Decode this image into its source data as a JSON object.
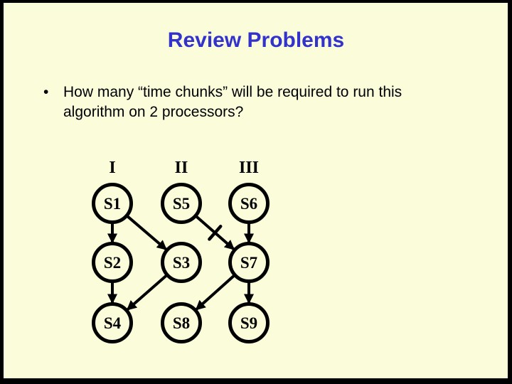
{
  "title": "Review Problems",
  "bullet": {
    "marker": "•",
    "lines": [
      "How many “time chunks” will be required to run this",
      "algorithm on 2 processors?"
    ]
  },
  "colors": {
    "slide_background": "#FAFCDA",
    "border": "#000000",
    "title_text": "#3333CC",
    "diagram_ink": "#000000"
  },
  "diagram": {
    "headers": [
      {
        "label": "I",
        "col": 1
      },
      {
        "label": "II",
        "col": 2
      },
      {
        "label": "III",
        "col": 3
      }
    ],
    "nodes": [
      {
        "id": "S1",
        "label": "S1",
        "col": 1,
        "row": 1
      },
      {
        "id": "S5",
        "label": "S5",
        "col": 2,
        "row": 1
      },
      {
        "id": "S6",
        "label": "S6",
        "col": 3,
        "row": 1
      },
      {
        "id": "S2",
        "label": "S2",
        "col": 1,
        "row": 2
      },
      {
        "id": "S3",
        "label": "S3",
        "col": 2,
        "row": 2
      },
      {
        "id": "S7",
        "label": "S7",
        "col": 3,
        "row": 2
      },
      {
        "id": "S4",
        "label": "S4",
        "col": 1,
        "row": 3
      },
      {
        "id": "S8",
        "label": "S8",
        "col": 2,
        "row": 3
      },
      {
        "id": "S9",
        "label": "S9",
        "col": 3,
        "row": 3
      }
    ],
    "edges": [
      {
        "from": "S1",
        "to": "S2",
        "crossed": false
      },
      {
        "from": "S1",
        "to": "S3",
        "crossed": false
      },
      {
        "from": "S5",
        "to": "S7",
        "crossed": true
      },
      {
        "from": "S6",
        "to": "S7",
        "crossed": false
      },
      {
        "from": "S2",
        "to": "S4",
        "crossed": false
      },
      {
        "from": "S3",
        "to": "S4",
        "crossed": false
      },
      {
        "from": "S7",
        "to": "S8",
        "crossed": false
      },
      {
        "from": "S7",
        "to": "S9",
        "crossed": false
      }
    ]
  }
}
